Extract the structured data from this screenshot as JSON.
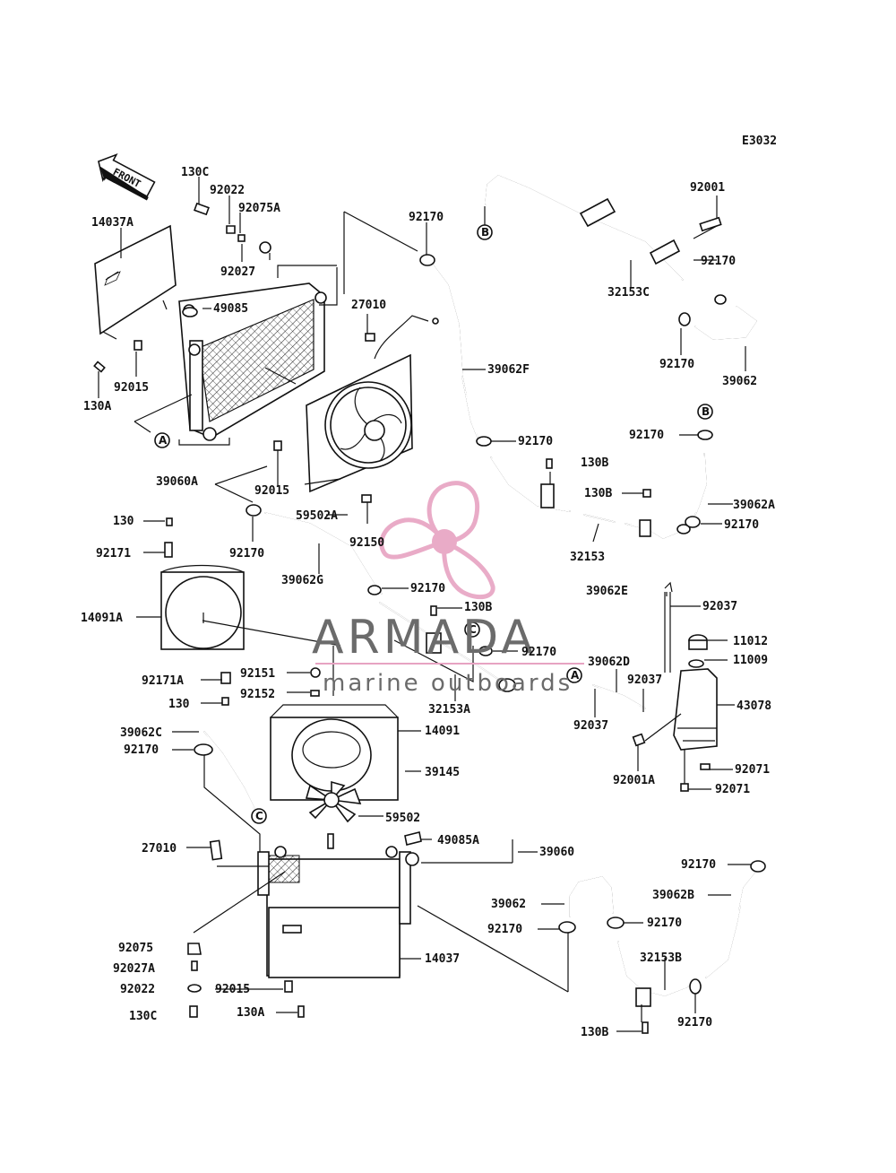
{
  "diagram_code": "E3032",
  "front_arrow": "FRONT",
  "watermark": {
    "title": "ARMADA",
    "subtitle": "marine outboards",
    "logo_color": "#e7a3c2",
    "text_color": "#6b6b6b"
  },
  "connectors": [
    "A",
    "B",
    "C"
  ],
  "labels": {
    "l130C_a": "130C",
    "l92022_a": "92022",
    "l92075A": "92075A",
    "l14037A": "14037A",
    "l92027": "92027",
    "l49085": "49085",
    "l27010_a": "27010",
    "l92015_a": "92015",
    "l130A_a": "130A",
    "l39060A": "39060A",
    "l92015_b": "92015",
    "l59502A": "59502A",
    "l92150": "92150",
    "l130_a": "130",
    "l92171": "92171",
    "l92170_a": "92170",
    "l39062G": "39062G",
    "l14091A": "14091A",
    "l92171A": "92171A",
    "l130_b": "130",
    "l92151": "92151",
    "l92152": "92152",
    "l39062C": "39062C",
    "l92170_b": "92170",
    "l14091": "14091",
    "l39145": "39145",
    "l59502": "59502",
    "l27010_b": "27010",
    "l49085A": "49085A",
    "l39060": "39060",
    "l92075": "92075",
    "l92027A": "92027A",
    "l92022_b": "92022",
    "l130C_b": "130C",
    "l92015_c": "92015",
    "l130A_b": "130A",
    "l14037": "14037",
    "l92170_c": "92170",
    "l39062F": "39062F",
    "l92170_d": "92170",
    "l92170_e": "92170",
    "l130B_a": "130B",
    "l32153A": "32153A",
    "l92170_f": "92170",
    "l92001": "92001",
    "l92170_g": "92170",
    "l32153C": "32153C",
    "l92170_h": "92170",
    "l39062": "39062",
    "l92170_i": "92170",
    "l130B_b": "130B",
    "l130B_c": "130B",
    "l39062A": "39062A",
    "l92170_j": "92170",
    "l32153": "32153",
    "l39062E": "39062E",
    "l92037_a": "92037",
    "l11012": "11012",
    "l11009": "11009",
    "l39062D": "39062D",
    "l92037_b": "92037",
    "l92037_c": "92037",
    "l43078": "43078",
    "l92001A": "92001A",
    "l92071_a": "92071",
    "l92071_b": "92071",
    "l92170_k": "92170",
    "l39062B": "39062B",
    "l39062_b": "39062",
    "l92170_l": "92170",
    "l92170_m": "92170",
    "l32153B": "32153B",
    "l92170_n": "92170",
    "l130B_d": "130B"
  }
}
